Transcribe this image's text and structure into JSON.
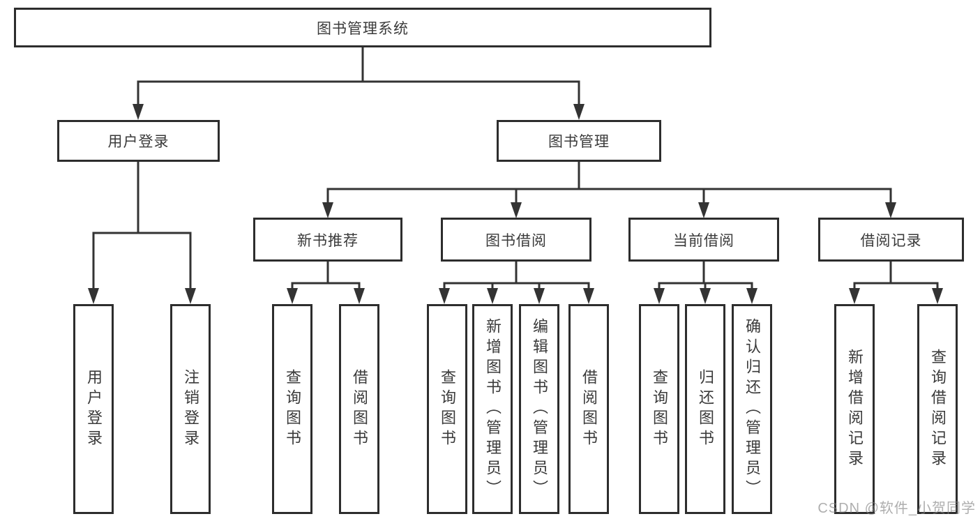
{
  "colors": {
    "border": "#2d2d2d",
    "line": "#333333",
    "text": "#3a3a3a",
    "bg": "#ffffff",
    "watermark": "#828282"
  },
  "watermark": "CSDN @软件_小贺同学",
  "diagram": {
    "root": "图书管理系统",
    "level2": {
      "user_login": "用户登录",
      "book_management": "图书管理"
    },
    "level3": {
      "new_book_recommend": "新书推荐",
      "book_borrowing": "图书借阅",
      "current_borrowing": "当前借阅",
      "borrowing_records": "借阅记录"
    },
    "leaves": {
      "user_login": [
        "用户登录",
        "注销登录"
      ],
      "new_book_recommend": [
        "查询图书",
        "借阅图书"
      ],
      "book_borrowing": [
        "查询图书",
        "新增图书（管理员）",
        "编辑图书（管理员）",
        "借阅图书"
      ],
      "current_borrowing": [
        "查询图书",
        "归还图书",
        "确认归还（管理员）"
      ],
      "borrowing_records": [
        "新增借阅记录",
        "查询借阅记录"
      ]
    }
  }
}
